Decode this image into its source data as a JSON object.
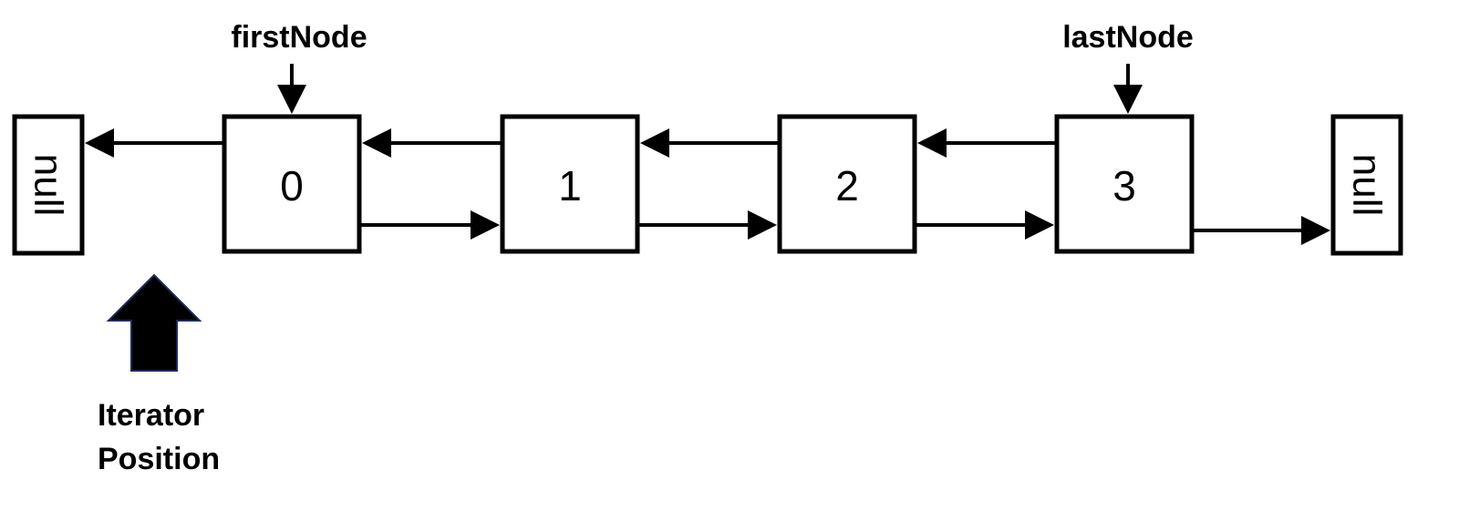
{
  "diagram": {
    "left_null": "null",
    "right_null": "null",
    "nodes": [
      "0",
      "1",
      "2",
      "3"
    ],
    "first_node_label": "firstNode",
    "last_node_label": "lastNode",
    "iterator_label_line1": "Iterator",
    "iterator_label_line2": "Position",
    "colors": {
      "stroke": "#000000",
      "iterator_arrow_fill": "#000000",
      "iterator_arrow_outline": "#1f2a5c"
    }
  }
}
